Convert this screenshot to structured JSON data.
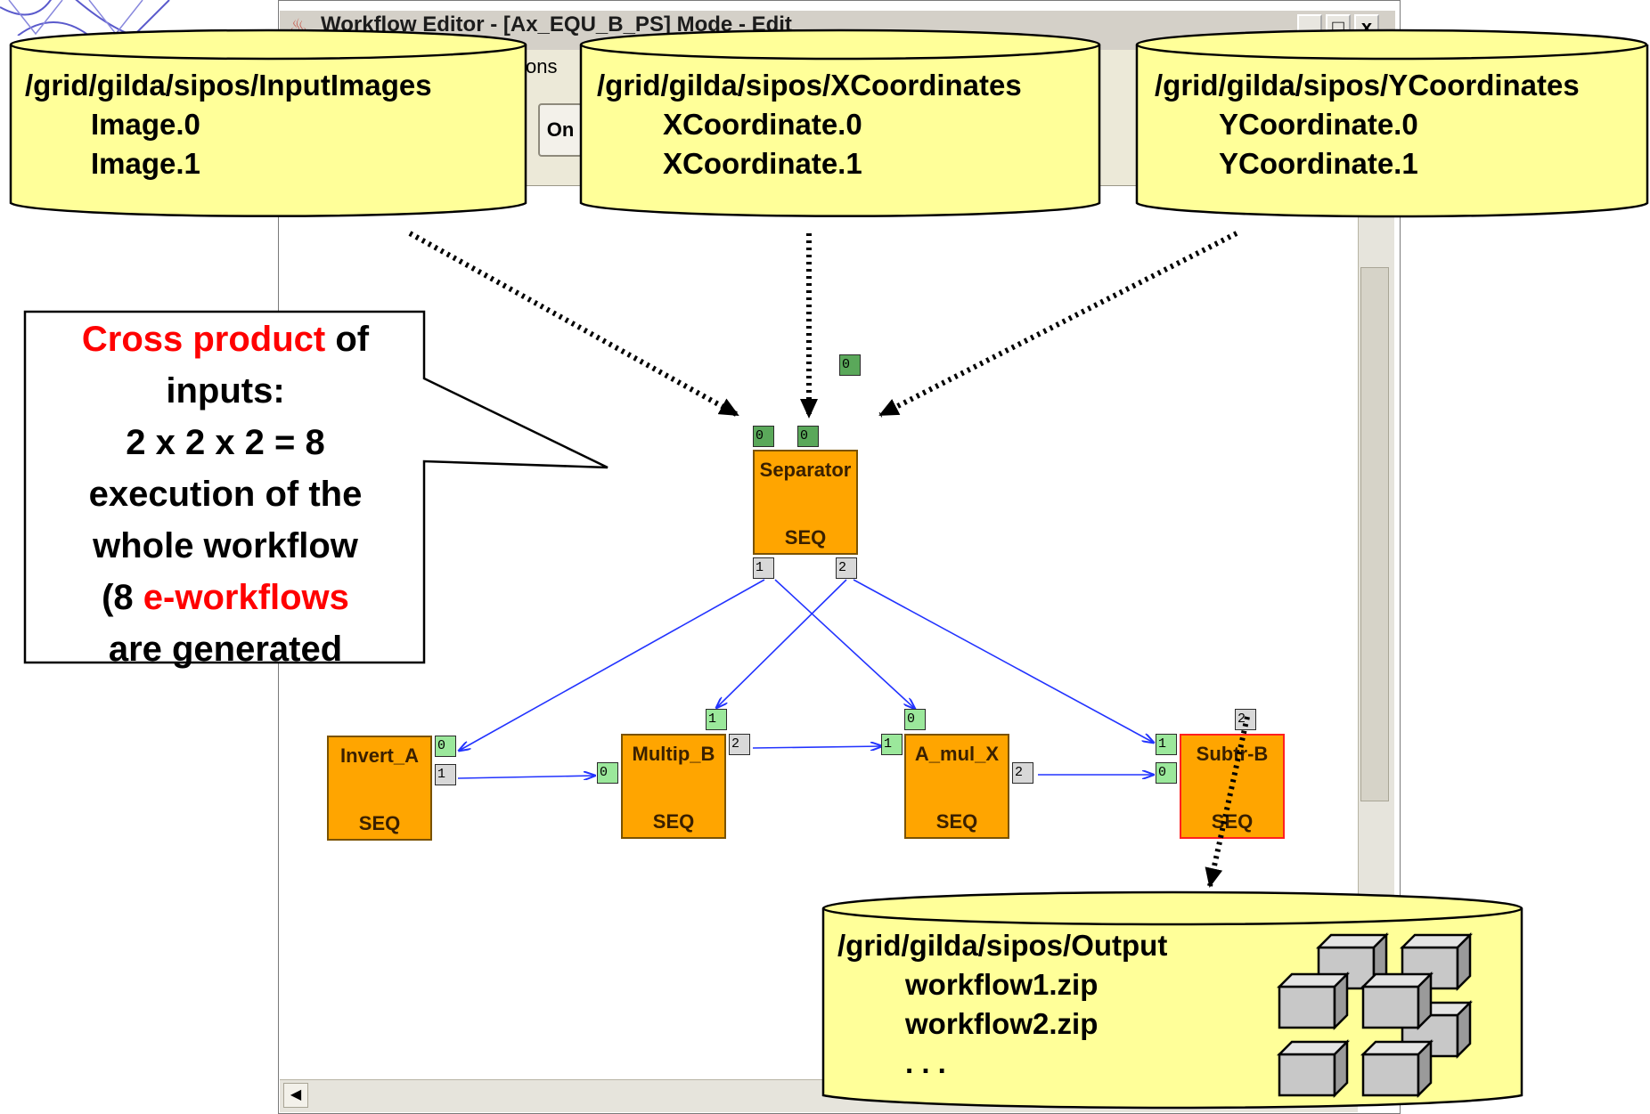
{
  "window": {
    "title": "Workflow Editor - [Ax_EQU_B_PS] Mode - Edit",
    "menu_item": "ons",
    "toolbar_button": "On",
    "controls": {
      "minimize": "_",
      "maximize": "□",
      "close": "x"
    }
  },
  "databases": {
    "input_images": {
      "path": "/grid/gilda/sipos/InputImages",
      "items": [
        "Image.0",
        "Image.1"
      ]
    },
    "x_coordinates": {
      "path": "/grid/gilda/sipos/XCoordinates",
      "items": [
        "XCoordinate.0",
        "XCoordinate.1"
      ]
    },
    "y_coordinates": {
      "path": "/grid/gilda/sipos/YCoordinates",
      "items": [
        "YCoordinate.0",
        "YCoordinate.1"
      ]
    },
    "output": {
      "path": "/grid/gilda/sipos/Output",
      "items": [
        "workflow1.zip",
        "workflow2.zip",
        ". . ."
      ]
    }
  },
  "callout": {
    "highlight_1": "Cross product",
    "text_1": " of",
    "line_2": "inputs:",
    "line_3": "2 x 2 x 2 = 8",
    "line_4": "execution of the",
    "line_5": "whole workflow",
    "prefix_6": "(8 ",
    "highlight_6": "e-workflows",
    "line_7": "are generated"
  },
  "jobs": {
    "separator": {
      "name": "Separator",
      "mode": "SEQ"
    },
    "invert_a": {
      "name": "Invert_A",
      "mode": "SEQ"
    },
    "multip_b": {
      "name": "Multip_B",
      "mode": "SEQ"
    },
    "a_mul_x": {
      "name": "A_mul_X",
      "mode": "SEQ"
    },
    "subtr_b": {
      "name": "Subtr-B",
      "mode": "SEQ"
    }
  },
  "ports": {
    "free_port": "0",
    "separator_in_0": "0",
    "separator_in_1": "0",
    "separator_out_1": "1",
    "separator_out_2": "2",
    "invert_a_in_0": "0",
    "invert_a_out_1": "1",
    "multip_b_in_0": "0",
    "multip_b_in_1": "1",
    "multip_b_out_2": "2",
    "a_mul_x_in_0": "0",
    "a_mul_x_in_1": "1",
    "a_mul_x_out_2": "2",
    "subtr_b_in_0": "0",
    "subtr_b_in_1": "1",
    "subtr_b_out_2": "2"
  },
  "colors": {
    "cylinder_fill": "#ffff99",
    "job_fill": "#ffa500",
    "edge": "#2233ff",
    "highlight": "#ff0000"
  }
}
